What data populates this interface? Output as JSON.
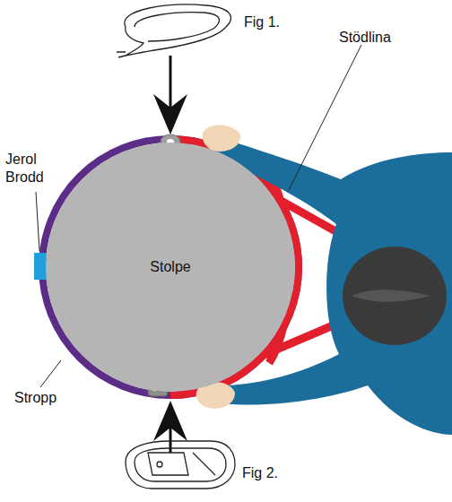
{
  "diagram": {
    "nodes": [
      {
        "text": [
          "Stolpe"
        ]
      }
    ],
    "labels": [
      "Fig 1.",
      "Stödlina",
      "Jerol Brodd",
      "Stropp",
      "Fig 2."
    ]
  }
}
